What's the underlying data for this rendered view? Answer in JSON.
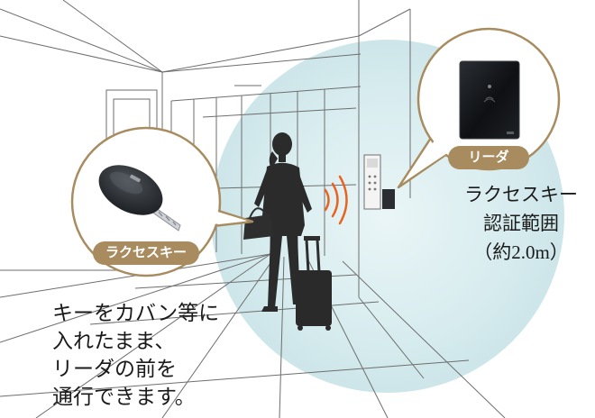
{
  "key_callout": {
    "label": "ラクセスキー"
  },
  "reader_callout": {
    "label": "リーダ"
  },
  "range_label": {
    "lines": [
      "ラクセスキー",
      "認証範囲",
      "（約2.0m）"
    ]
  },
  "usage_note": {
    "lines": [
      "キーをカバン等に",
      "入れたまま、",
      "リーダの前を",
      "通行できます。"
    ]
  },
  "colors": {
    "callout_border": "#a88c5f",
    "callout_label_bg": "#a88c5f",
    "range_circle": "#cfe7ea",
    "signal": "#e8641e",
    "line_art": "#6e6e6e"
  }
}
